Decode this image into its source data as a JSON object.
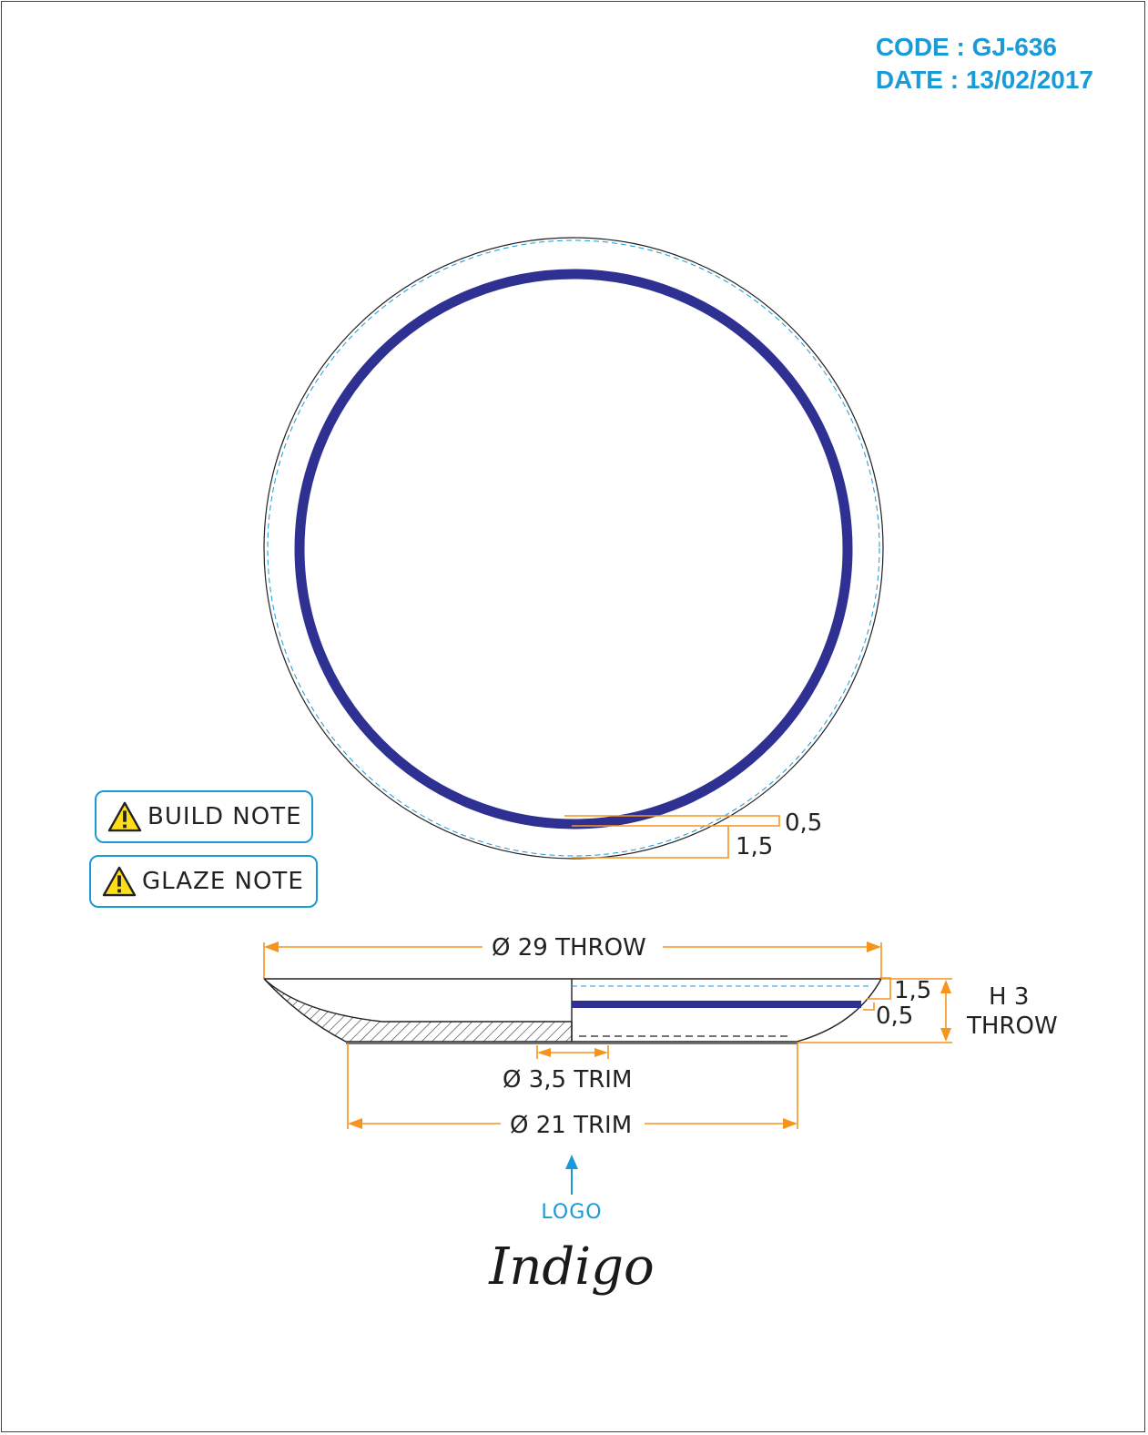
{
  "header": {
    "code": "CODE : GJ-636",
    "date": "DATE : 13/02/2017"
  },
  "notes": [
    {
      "label": "BUILD NOTE",
      "icon": "warning-icon"
    },
    {
      "label": "GLAZE NOTE",
      "icon": "warning-icon"
    }
  ],
  "top_view": {
    "dim_inner": "0,5",
    "dim_outer": "1,5"
  },
  "section_view": {
    "throw_diameter": "Ø 29 THROW",
    "rim_band_top": "1,5",
    "rim_band_bottom": "0,5",
    "height_value": "H 3",
    "height_label": "THROW",
    "foot_center": "Ø 3,5 TRIM",
    "foot_diameter": "Ø 21 TRIM"
  },
  "logo": {
    "label": "LOGO",
    "signature": "Indigo"
  },
  "colors": {
    "band": "#2e3192",
    "dimension": "#f7941d",
    "accent": "#1a9ad6"
  }
}
